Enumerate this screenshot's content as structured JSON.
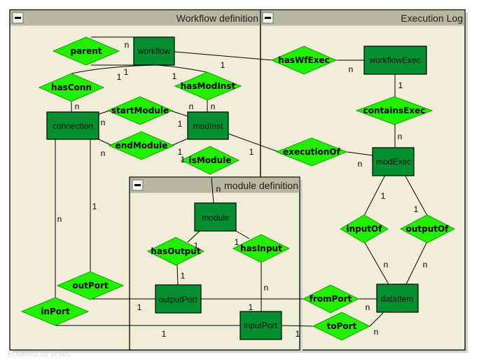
{
  "groups": [
    {
      "id": "workflow-definition",
      "title": "Workflow definition"
    },
    {
      "id": "execution-log",
      "title": "Execution Log"
    },
    {
      "id": "module-definition",
      "title": "module definition"
    }
  ],
  "collapse_icon": "minus-icon",
  "entities": [
    {
      "id": "workflow",
      "label": "workflow"
    },
    {
      "id": "workflowExec",
      "label": "workflowExec"
    },
    {
      "id": "connection",
      "label": "connection"
    },
    {
      "id": "modInst",
      "label": "modInst"
    },
    {
      "id": "modExec",
      "label": "modExec"
    },
    {
      "id": "module",
      "label": "module"
    },
    {
      "id": "outputPort",
      "label": "outputPort"
    },
    {
      "id": "inputPort",
      "label": "inputPort"
    },
    {
      "id": "dataItem",
      "label": "dataItem"
    }
  ],
  "relationships": [
    {
      "id": "parent",
      "label": "parent"
    },
    {
      "id": "hasWfExec",
      "label": "hasWfExec"
    },
    {
      "id": "hasConn",
      "label": "hasConn"
    },
    {
      "id": "hasModInst",
      "label": "hasModInst"
    },
    {
      "id": "containsExec",
      "label": "containsExec"
    },
    {
      "id": "startModule",
      "label": "startModule"
    },
    {
      "id": "endModule",
      "label": "endModule"
    },
    {
      "id": "executionOf",
      "label": "executionOf"
    },
    {
      "id": "isModule",
      "label": "isModule"
    },
    {
      "id": "hasOutput",
      "label": "hasOutput"
    },
    {
      "id": "hasInput",
      "label": "hasInput"
    },
    {
      "id": "inputOf",
      "label": "inputOf"
    },
    {
      "id": "outputOf",
      "label": "outputOf"
    },
    {
      "id": "outPort",
      "label": "outPort"
    },
    {
      "id": "inPort",
      "label": "inPort"
    },
    {
      "id": "fromPort",
      "label": "fromPort"
    },
    {
      "id": "toPort",
      "label": "toPort"
    }
  ],
  "edges": [
    {
      "from": "parent",
      "to": "workflow",
      "cardinality": "n"
    },
    {
      "from": "workflow",
      "to": "hasWfExec",
      "cardinality": "1"
    },
    {
      "from": "hasWfExec",
      "to": "workflowExec",
      "cardinality": "n"
    },
    {
      "from": "workflow",
      "to": "hasConn",
      "cardinality": "1"
    },
    {
      "from": "workflow",
      "to": "hasModInst",
      "cardinality": "1"
    },
    {
      "from": "hasConn",
      "to": "connection",
      "cardinality": "n"
    },
    {
      "from": "hasModInst",
      "to": "modInst",
      "cardinality": "n"
    },
    {
      "from": "workflowExec",
      "to": "containsExec",
      "cardinality": "1"
    },
    {
      "from": "containsExec",
      "to": "modExec",
      "cardinality": "n"
    },
    {
      "from": "connection",
      "to": "startModule",
      "cardinality": "n"
    },
    {
      "from": "startModule",
      "to": "modInst",
      "cardinality": "1"
    },
    {
      "from": "connection",
      "to": "endModule",
      "cardinality": "n"
    },
    {
      "from": "endModule",
      "to": "modInst",
      "cardinality": "1"
    },
    {
      "from": "modInst",
      "to": "executionOf",
      "cardinality": "1"
    },
    {
      "from": "executionOf",
      "to": "modExec",
      "cardinality": "n"
    },
    {
      "from": "modInst",
      "to": "isModule",
      "cardinality": "n"
    },
    {
      "from": "isModule",
      "to": "module",
      "cardinality": "1"
    },
    {
      "from": "module",
      "to": "hasOutput",
      "cardinality": "1"
    },
    {
      "from": "hasOutput",
      "to": "outputPort",
      "cardinality": "n"
    },
    {
      "from": "module",
      "to": "hasInput",
      "cardinality": "1"
    },
    {
      "from": "hasInput",
      "to": "inputPort",
      "cardinality": "n"
    },
    {
      "from": "modExec",
      "to": "inputOf",
      "cardinality": "1"
    },
    {
      "from": "inputOf",
      "to": "dataItem",
      "cardinality": "n"
    },
    {
      "from": "modExec",
      "to": "outputOf",
      "cardinality": "1"
    },
    {
      "from": "outputOf",
      "to": "dataItem",
      "cardinality": "n"
    },
    {
      "from": "connection",
      "to": "outPort",
      "cardinality": "n"
    },
    {
      "from": "outPort",
      "to": "outputPort",
      "cardinality": "1"
    },
    {
      "from": "connection",
      "to": "inPort",
      "cardinality": "n"
    },
    {
      "from": "inPort",
      "to": "inputPort",
      "cardinality": "1"
    },
    {
      "from": "outputPort",
      "to": "fromPort",
      "cardinality": "1"
    },
    {
      "from": "fromPort",
      "to": "dataItem",
      "cardinality": "n"
    },
    {
      "from": "inputPort",
      "to": "toPort",
      "cardinality": "1"
    },
    {
      "from": "toPort",
      "to": "dataItem",
      "cardinality": "n"
    }
  ],
  "cardinality_labels": [
    "n",
    "1",
    "n",
    "1",
    "1",
    "1",
    "n",
    "n",
    "n",
    "1",
    "n",
    "n",
    "1",
    "n",
    "1",
    "1",
    "n",
    "1",
    "n",
    "1",
    "1",
    "1",
    "n",
    "1",
    "n",
    "1",
    "n",
    "1",
    "1",
    "n",
    "1",
    "n",
    "1",
    "n",
    "1"
  ],
  "watermark": "Powered by yFiles"
}
